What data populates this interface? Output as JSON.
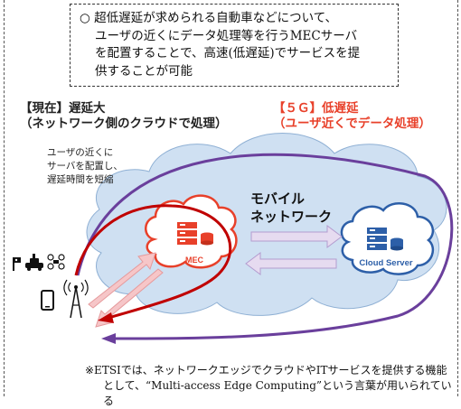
{
  "note": {
    "lines": [
      "○ 超低遅延が求められる自動車などについて、",
      "ユーザの近くにデータ処理等を行うMECサーバ",
      "を配置することで、高速(低遅延)でサービスを提",
      "供することが可能"
    ]
  },
  "current": {
    "title": "【現在】遅延大",
    "subtitle": "（ネットワーク側のクラウドで処理）"
  },
  "five_g": {
    "title": "【５Ｇ】低遅延",
    "subtitle": "（ユーザ近くでデータ処理）"
  },
  "side_note": [
    "ユーザの近くに",
    "サーバを配置し、",
    "遅延時間を短縮"
  ],
  "mobile_network": [
    "モバイル",
    "ネットワーク"
  ],
  "mec_label": "MEC",
  "cloud_server_label": "Cloud Server",
  "footnote": [
    "※ETSIでは、ネットワークエッジでクラウドやITサービスを提供する機能",
    "として、“Multi-access Edge Computing”という言葉が用いられている"
  ],
  "colors": {
    "cloud_fill": "#cfe0f2",
    "mec_red": "#e8402a",
    "server_blue": "#2d5fa8",
    "long_path": "#6a3f9c",
    "short_path": "#c00000",
    "arrow_pink": "#f4b6b8",
    "arrow_lavender": "#cdb6e0"
  }
}
